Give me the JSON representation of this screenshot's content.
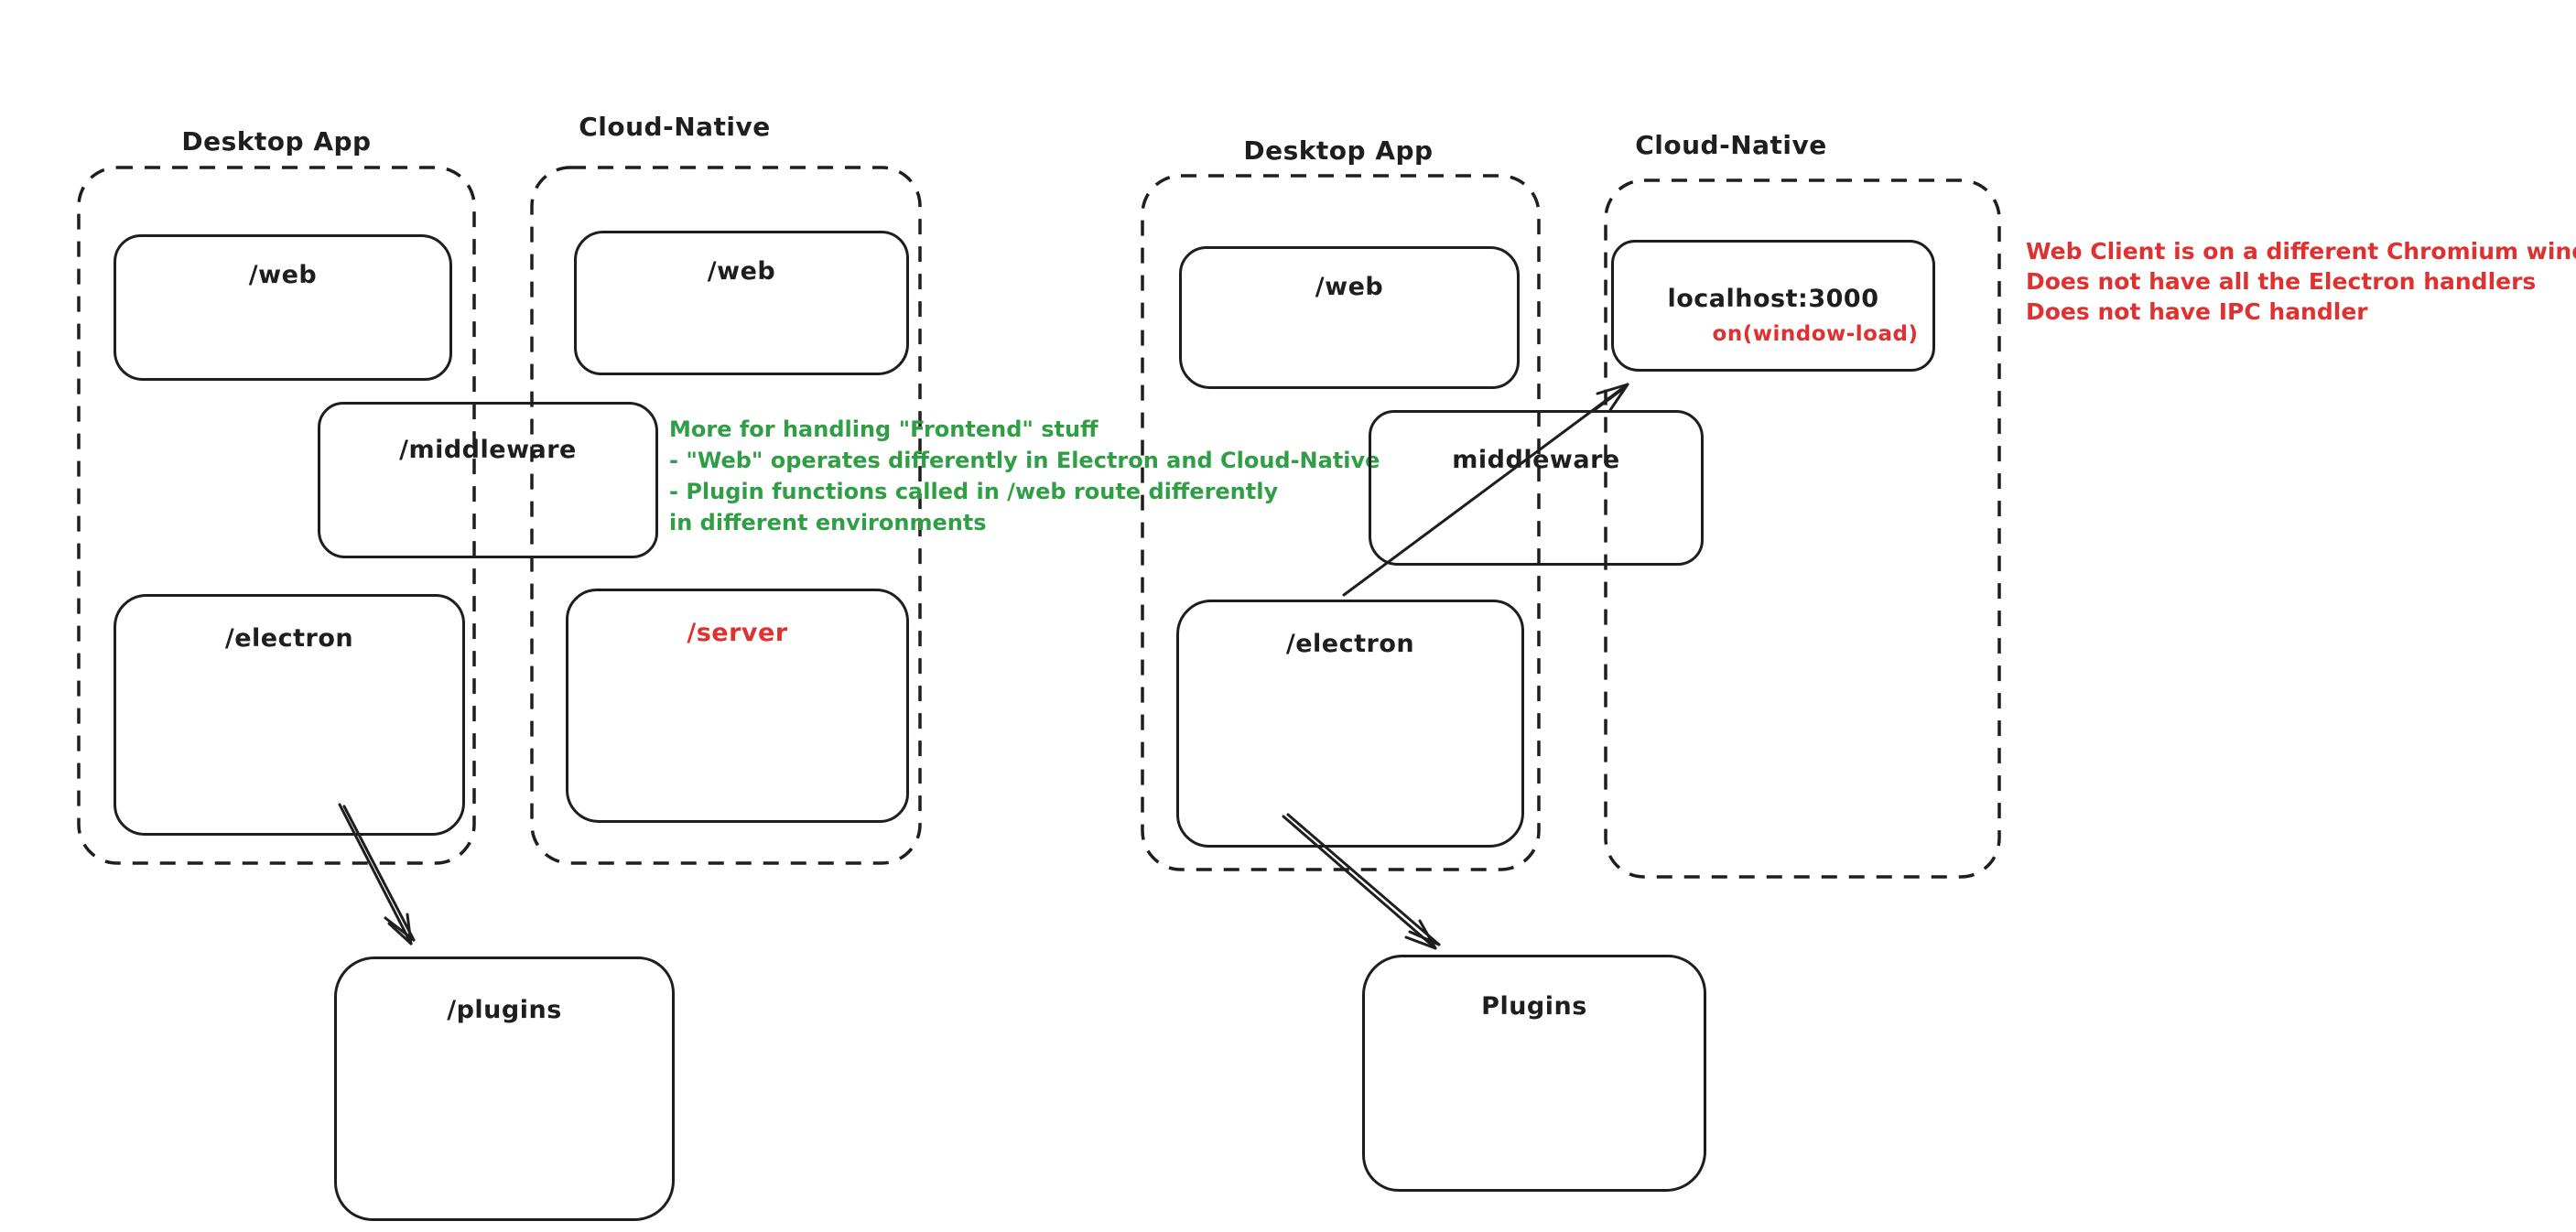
{
  "colors": {
    "ink": "#1e1e1e",
    "red": "#e03131",
    "green": "#2f9e44",
    "background": "#ffffff"
  },
  "left_diagram": {
    "desktop_label": "Desktop App",
    "cloud_label": "Cloud-Native",
    "boxes": {
      "web_desktop": "/web",
      "web_cloud": "/web",
      "middleware": "/middleware",
      "electron": "/electron",
      "server": "/server",
      "plugins": "/plugins"
    },
    "note": {
      "color": "green",
      "lines": [
        "More for handling \"Frontend\" stuff",
        "- \"Web\" operates differently in Electron and Cloud-Native",
        "- Plugin functions called in /web route differently",
        "in different environments"
      ]
    },
    "arrows": [
      {
        "from": "electron",
        "to": "plugins"
      }
    ]
  },
  "right_diagram": {
    "desktop_label": "Desktop App",
    "cloud_label": "Cloud-Native",
    "boxes": {
      "web_desktop": "/web",
      "localhost": "localhost:3000",
      "localhost_sub": "on(window-load)",
      "middleware": "middleware",
      "electron": "/electron",
      "plugins": "Plugins"
    },
    "note": {
      "color": "red",
      "lines": [
        "Web Client is on a different Chromium window",
        "Does not have all the Electron handlers",
        "Does not have IPC handler"
      ]
    },
    "arrows": [
      {
        "from": "electron",
        "to": "localhost"
      },
      {
        "from": "electron",
        "to": "plugins"
      }
    ]
  }
}
